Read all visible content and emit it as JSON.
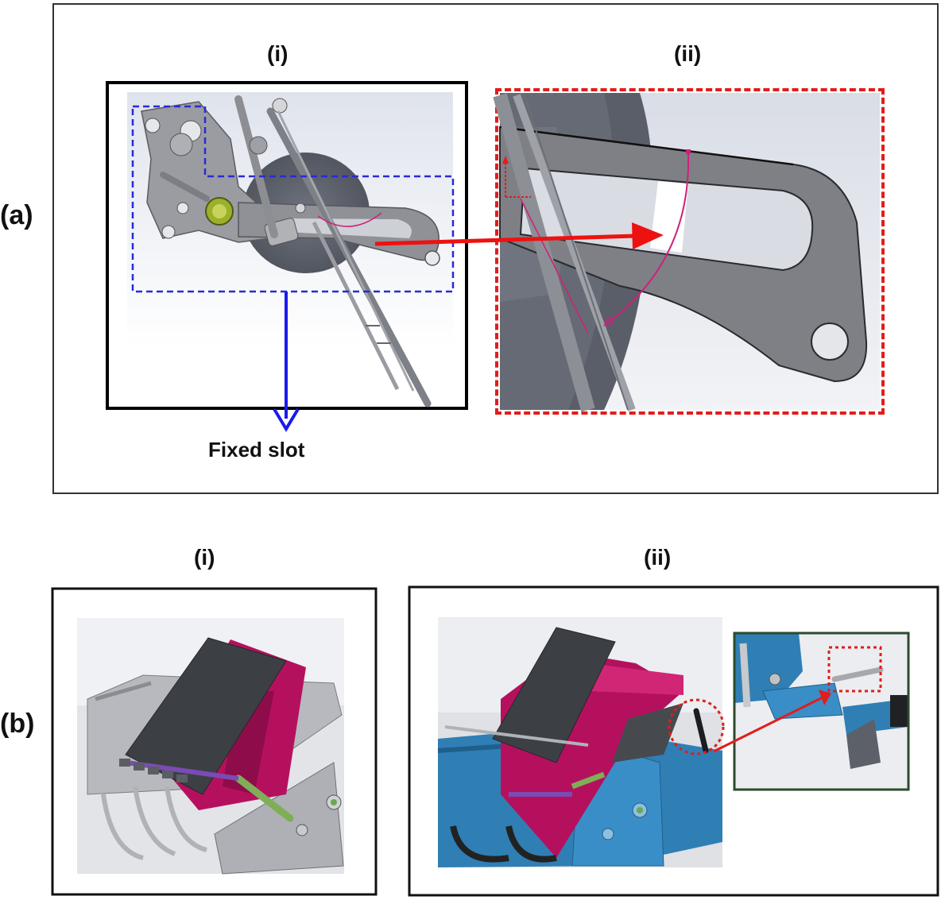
{
  "panel_a": {
    "label": "(a)",
    "sub_i": "(i)",
    "sub_ii": "(ii)",
    "annotation": "Fixed slot"
  },
  "panel_b": {
    "label": "(b)",
    "sub_i": "(i)",
    "sub_ii": "(ii)"
  },
  "colors": {
    "blue_dashed": "#2a2ad6",
    "red_dashed": "#e11d1d",
    "arrow_red": "#ee1111",
    "arrow_blue": "#1a1aee",
    "magenta": "#b5105e",
    "machine_blue": "#2f7fb5",
    "dark_panel": "#3c4044",
    "steel": "#a7a9ad",
    "green_frame": "#2d4a2d"
  }
}
